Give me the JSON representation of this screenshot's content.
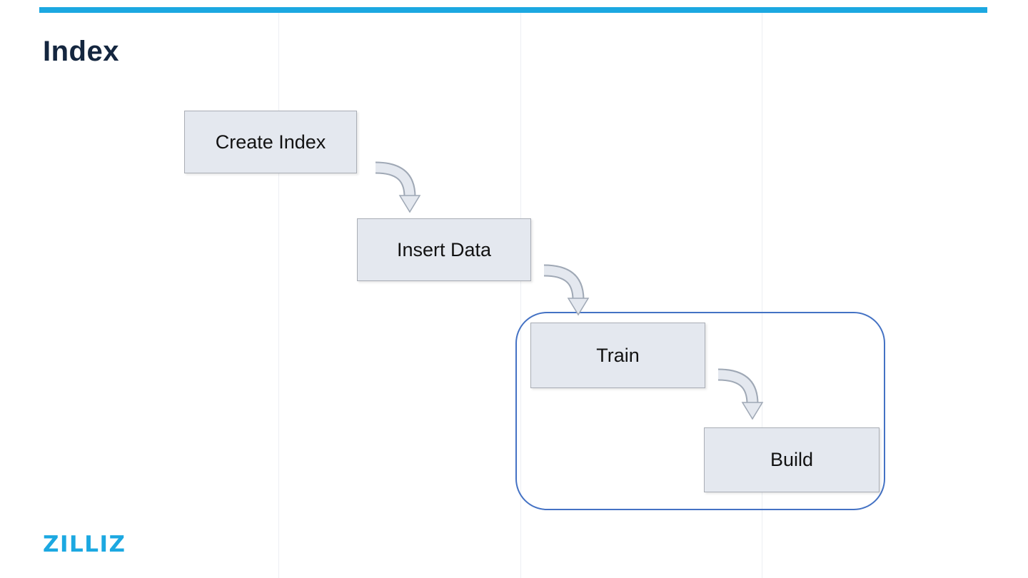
{
  "slide": {
    "title": "Index",
    "logo_text": "ZILLIZ"
  },
  "diagram": {
    "nodes": [
      {
        "id": "create-index",
        "label": "Create Index"
      },
      {
        "id": "insert-data",
        "label": "Insert Data"
      },
      {
        "id": "train",
        "label": "Train"
      },
      {
        "id": "build",
        "label": "Build"
      }
    ],
    "group": {
      "contains": [
        "Train",
        "Build"
      ]
    },
    "edges": [
      {
        "from": "Create Index",
        "to": "Insert Data"
      },
      {
        "from": "Insert Data",
        "to": "Train"
      },
      {
        "from": "Train",
        "to": "Build"
      }
    ]
  },
  "colors": {
    "accent_bar": "#1CA8E1",
    "node_fill": "#E4E8EF",
    "node_border": "#A9ADB5",
    "group_border": "#4472C4",
    "title_color": "#14263F",
    "logo_color": "#1CA8E1",
    "arrow_fill": "#E4E8EF",
    "arrow_outline": "#9FA8B5",
    "gridline": "#ECEFF3"
  }
}
